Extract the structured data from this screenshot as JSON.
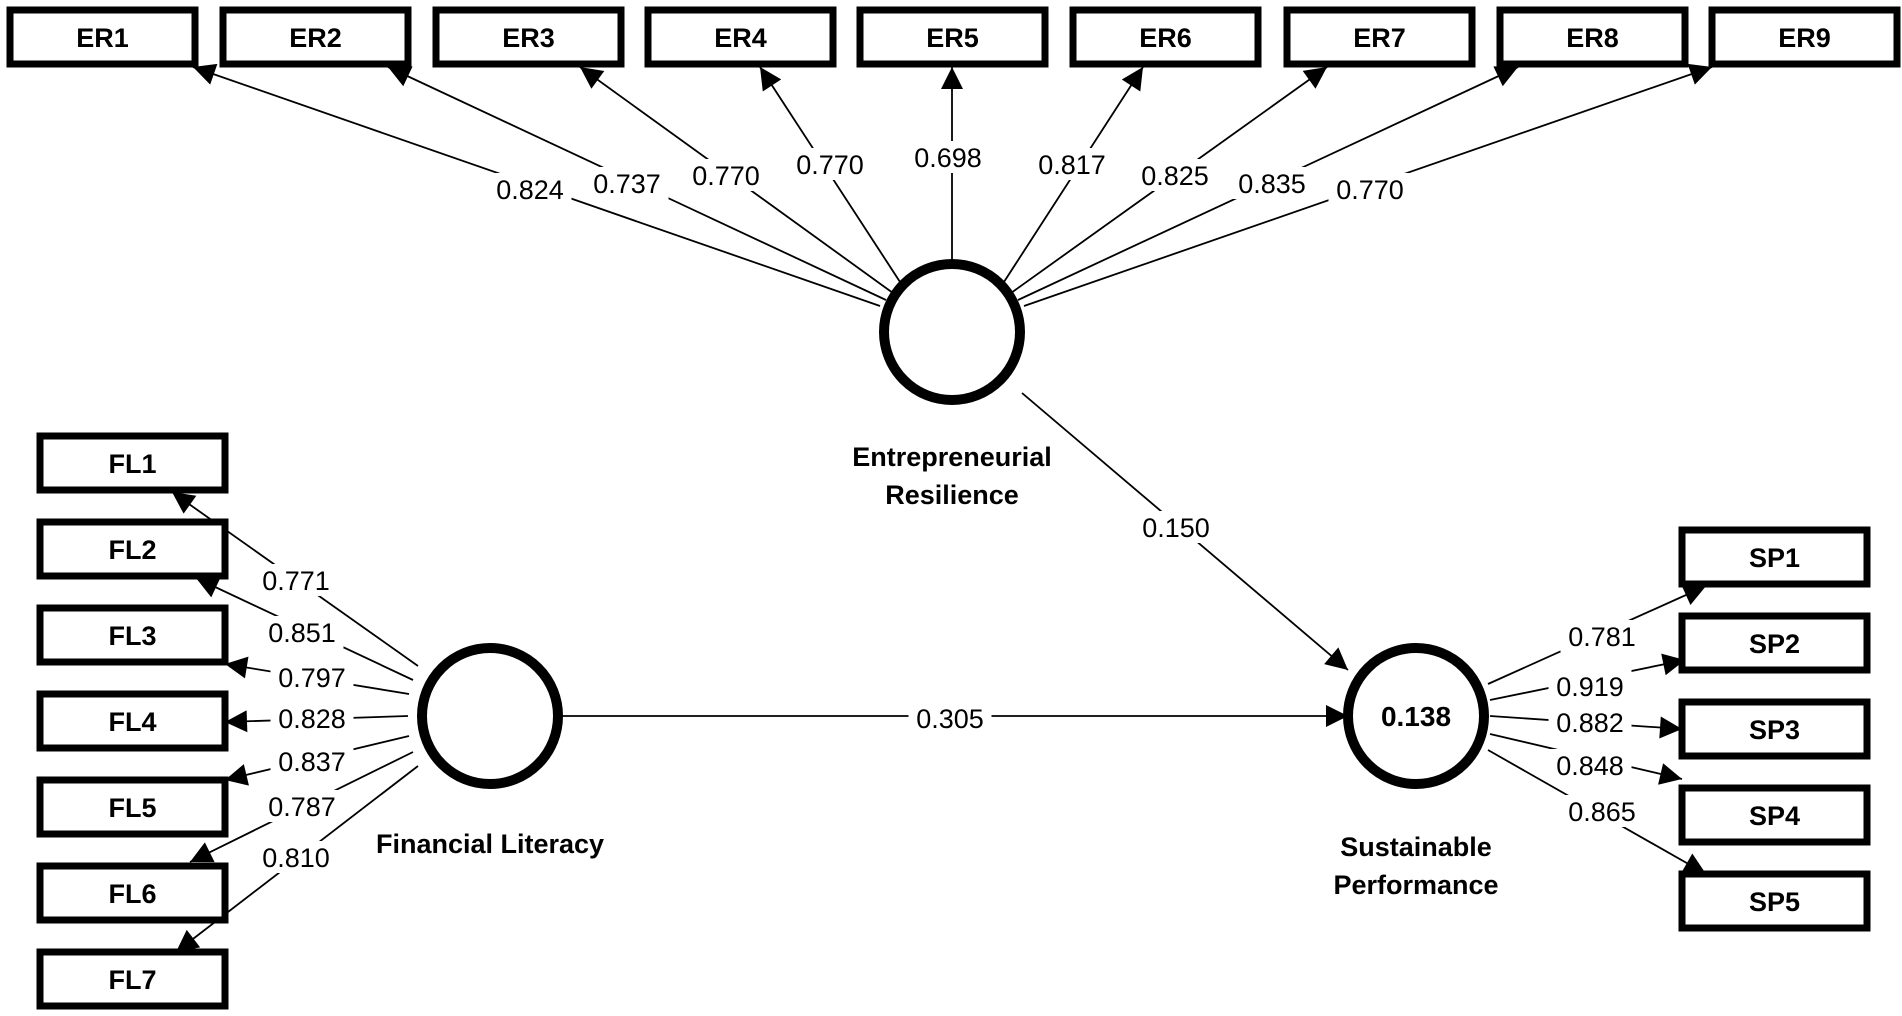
{
  "diagram": {
    "latents": [
      {
        "id": "ER",
        "label_lines": [
          "Entrepreneurial",
          "Resilience"
        ],
        "r2": ""
      },
      {
        "id": "FL",
        "label_lines": [
          "Financial Literacy"
        ],
        "r2": ""
      },
      {
        "id": "SP",
        "label_lines": [
          "Sustainable",
          "Performance"
        ],
        "r2": "0.138"
      }
    ],
    "indicators": {
      "ER": [
        {
          "label": "ER1",
          "loading": "0.824"
        },
        {
          "label": "ER2",
          "loading": "0.737"
        },
        {
          "label": "ER3",
          "loading": "0.770"
        },
        {
          "label": "ER4",
          "loading": "0.770"
        },
        {
          "label": "ER5",
          "loading": "0.698"
        },
        {
          "label": "ER6",
          "loading": "0.817"
        },
        {
          "label": "ER7",
          "loading": "0.825"
        },
        {
          "label": "ER8",
          "loading": "0.835"
        },
        {
          "label": "ER9",
          "loading": "0.770"
        }
      ],
      "FL": [
        {
          "label": "FL1",
          "loading": "0.771"
        },
        {
          "label": "FL2",
          "loading": "0.851"
        },
        {
          "label": "FL3",
          "loading": "0.797"
        },
        {
          "label": "FL4",
          "loading": "0.828"
        },
        {
          "label": "FL5",
          "loading": "0.837"
        },
        {
          "label": "FL6",
          "loading": "0.787"
        },
        {
          "label": "FL7",
          "loading": "0.810"
        }
      ],
      "SP": [
        {
          "label": "SP1",
          "loading": "0.781"
        },
        {
          "label": "SP2",
          "loading": "0.919"
        },
        {
          "label": "SP3",
          "loading": "0.882"
        },
        {
          "label": "SP4",
          "loading": "0.848"
        },
        {
          "label": "SP5",
          "loading": "0.865"
        }
      ]
    },
    "paths": [
      {
        "from": "ER",
        "to": "SP",
        "coefficient": "0.150"
      },
      {
        "from": "FL",
        "to": "SP",
        "coefficient": "0.305"
      }
    ]
  }
}
